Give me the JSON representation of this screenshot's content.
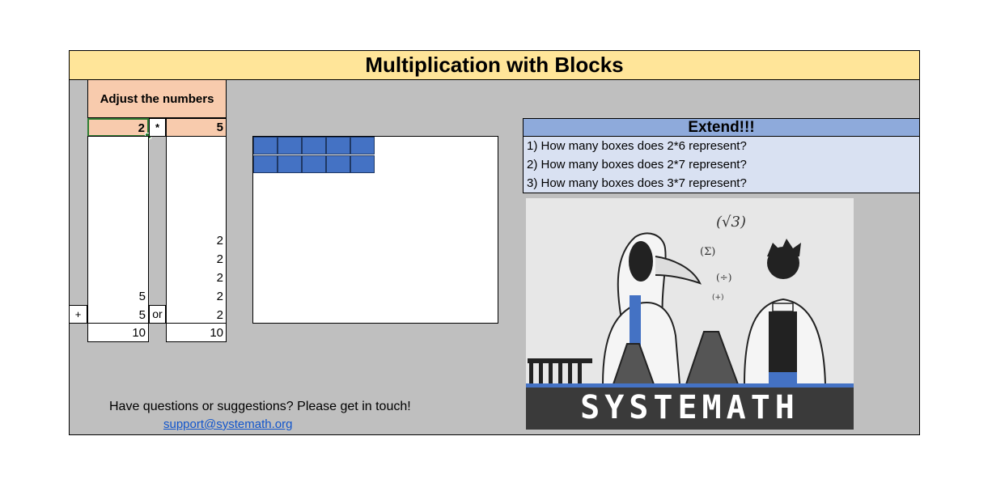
{
  "title": "Multiplication with Blocks",
  "adjust": {
    "header": "Adjust the numbers",
    "a_value": "2",
    "operator": "*",
    "b_value": "5"
  },
  "column_a": {
    "values": [
      "5",
      "5"
    ],
    "total": "10"
  },
  "column_b": {
    "values": [
      "2",
      "2",
      "2",
      "2",
      "2"
    ],
    "total": "10"
  },
  "plus_sign": "+",
  "or_label": "or",
  "blocks": {
    "rows": 2,
    "cols": 5,
    "color": "#4472c4"
  },
  "extend": {
    "title": "Extend!!!",
    "questions": [
      "1) How many boxes does 2*6 represent?",
      "2) How many boxes does 2*7 represent?",
      "3) How many boxes does 3*7 represent?"
    ]
  },
  "logo": {
    "text": "SYSTEMATH"
  },
  "contact": {
    "text": "Have questions or suggestions? Please get in touch!",
    "email": "support@systemath.org "
  },
  "colors": {
    "title_bg": "#ffe599",
    "adjust_bg": "#f8cbad",
    "extend_title_bg": "#8eaadb",
    "extend_body_bg": "#d9e1f2",
    "sheet_bg": "#bfbfbf"
  }
}
